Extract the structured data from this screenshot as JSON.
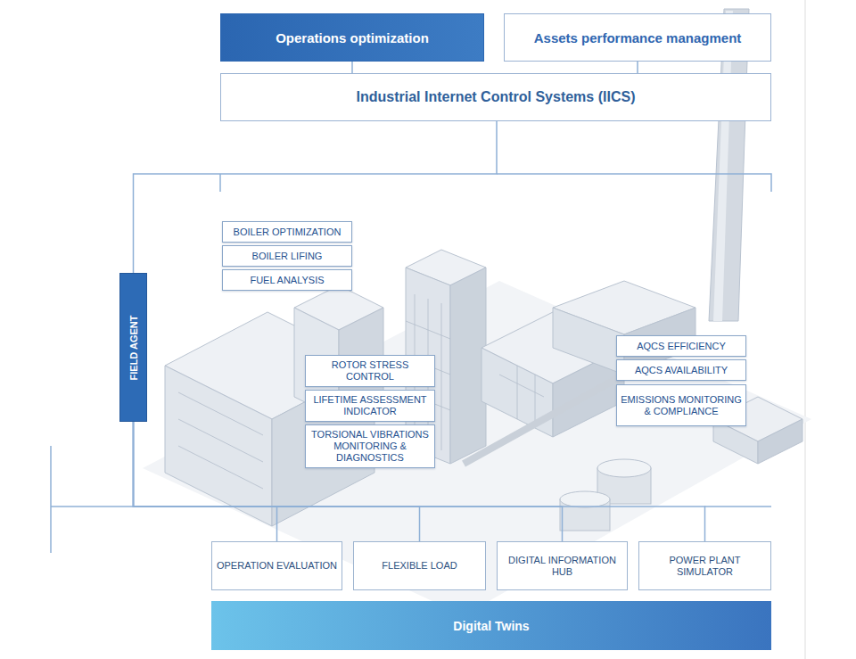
{
  "diagram": {
    "nodes": [
      {
        "text": [
          "Operations optimization"
        ]
      },
      {
        "text": [
          "Assets performance managment"
        ]
      },
      {
        "text": [
          "Industrial Internet Control Systems (IICS)"
        ]
      },
      {
        "text": [
          "BOILER OPTIMIZATION"
        ]
      },
      {
        "text": [
          "BOILER LIFING"
        ]
      },
      {
        "text": [
          "FUEL ANALYSIS"
        ]
      },
      {
        "text": [
          "FIELD AGENT"
        ]
      },
      {
        "text": [
          "AQCS EFFICIENCY"
        ]
      },
      {
        "text": [
          "AQCS AVAILABILITY"
        ]
      },
      {
        "text": [
          "ROTOR STRESS CONTROL"
        ]
      },
      {
        "text": [
          "LIFETIME ASSESSMENT INDICATOR"
        ]
      },
      {
        "text": [
          "EMISSIONS MONITORING & COMPLIANCE"
        ]
      },
      {
        "text": [
          "TORSIONAL VIBRATIONS MONITORING & DIAGNOSTICS"
        ]
      },
      {
        "text": [
          "OPERATION EVALUATION"
        ]
      },
      {
        "text": [
          "FLEXIBLE LOAD"
        ]
      },
      {
        "text": [
          "DIGITAL INFORMATION HUB"
        ]
      },
      {
        "text": [
          "POWER PLANT SIMULATOR"
        ]
      },
      {
        "text": [
          "Digital Twins"
        ]
      }
    ],
    "edges": [
      {
        "from": 0,
        "to": 2,
        "arrow": "none"
      },
      {
        "from": 1,
        "to": 2,
        "arrow": "none"
      },
      {
        "from": 2,
        "to": 6,
        "arrow": "none"
      },
      {
        "from": 6,
        "to": 13,
        "arrow": "none"
      },
      {
        "from": 6,
        "to": 14,
        "arrow": "none"
      },
      {
        "from": 6,
        "to": 15,
        "arrow": "none"
      },
      {
        "from": 6,
        "to": 16,
        "arrow": "none"
      }
    ]
  }
}
